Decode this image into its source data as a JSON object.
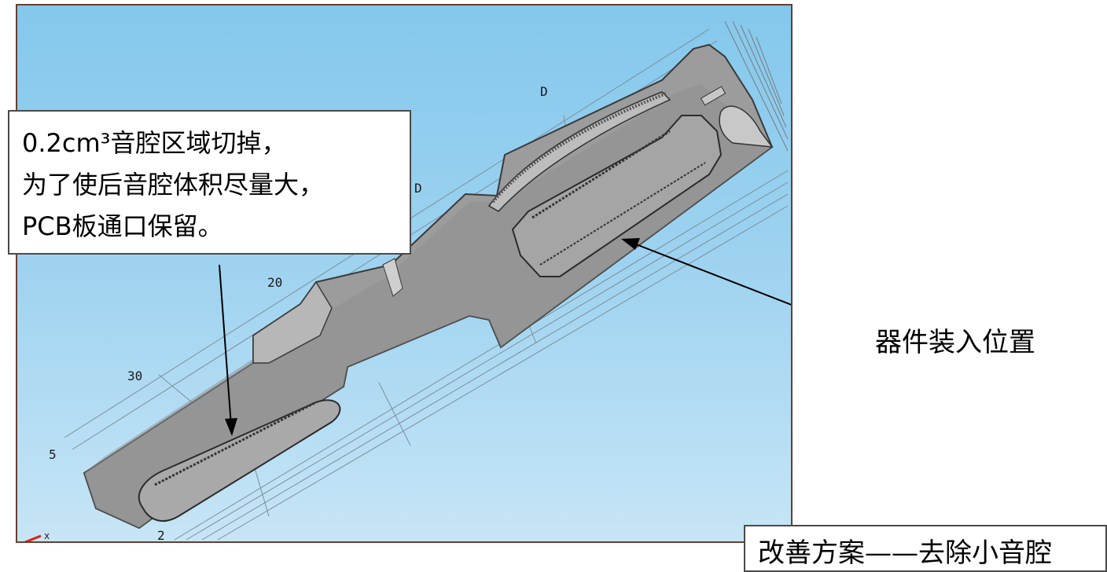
{
  "viewport": {
    "dimension_labels": {
      "d_top": "D",
      "d_mid": "D",
      "twenty": "20",
      "thirty": "30",
      "five": "5",
      "two": "2",
      "axis_x": "x"
    }
  },
  "callout_left": {
    "line1": "0.2cm³音腔区域切掉，",
    "line2": "为了使后音腔体积尽量大，",
    "line3": "PCB板通口保留。"
  },
  "label_right": "器件装入位置",
  "solution_box": "改善方案——去除小音腔",
  "colors": {
    "viewport_sky_top": "#84c8ec",
    "viewport_sky_bottom": "#c7e5f6",
    "part_gray": "#9c9c9c",
    "viewport_border": "#6b3d2e"
  }
}
